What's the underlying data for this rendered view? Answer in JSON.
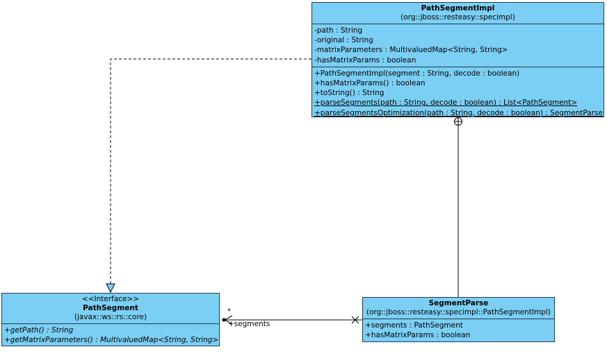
{
  "path_segment_impl": {
    "name": "PathSegmentImpl",
    "package": "(org::jboss::resteasy::specimpl)",
    "attributes": [
      "-path : String",
      "-original : String",
      "-matrixParameters : MultivaluedMap<String, String>",
      "-hasMatrixParams : boolean"
    ],
    "operations": [
      "+PathSegmentImpl(segment : String, decode : boolean)",
      "+hasMatrixParams() : boolean",
      "+toString() : String",
      "+parseSegments(path : String, decode : boolean) : List<PathSegment>",
      "+parseSegmentsOptimization(path : String, decode : boolean) : SegmentParse"
    ]
  },
  "path_segment": {
    "stereotype": "<<Interface>>",
    "name": "PathSegment",
    "package": "(javax::ws::rs::core)",
    "operations": [
      "+getPath() : String",
      "+getMatrixParameters() : MultivaluedMap<String, String>"
    ]
  },
  "segment_parse": {
    "name": "SegmentParse",
    "package": "(org::jboss::resteasy::specimpl::PathSegmentImpl)",
    "attributes": [
      "+segments : PathSegment",
      "+hasMatrixParams : boolean"
    ]
  },
  "association": {
    "multiplicity": "*",
    "role": "+segments"
  },
  "colors": {
    "class_fill": "#7ccff4",
    "border": "#1e3a4a"
  }
}
